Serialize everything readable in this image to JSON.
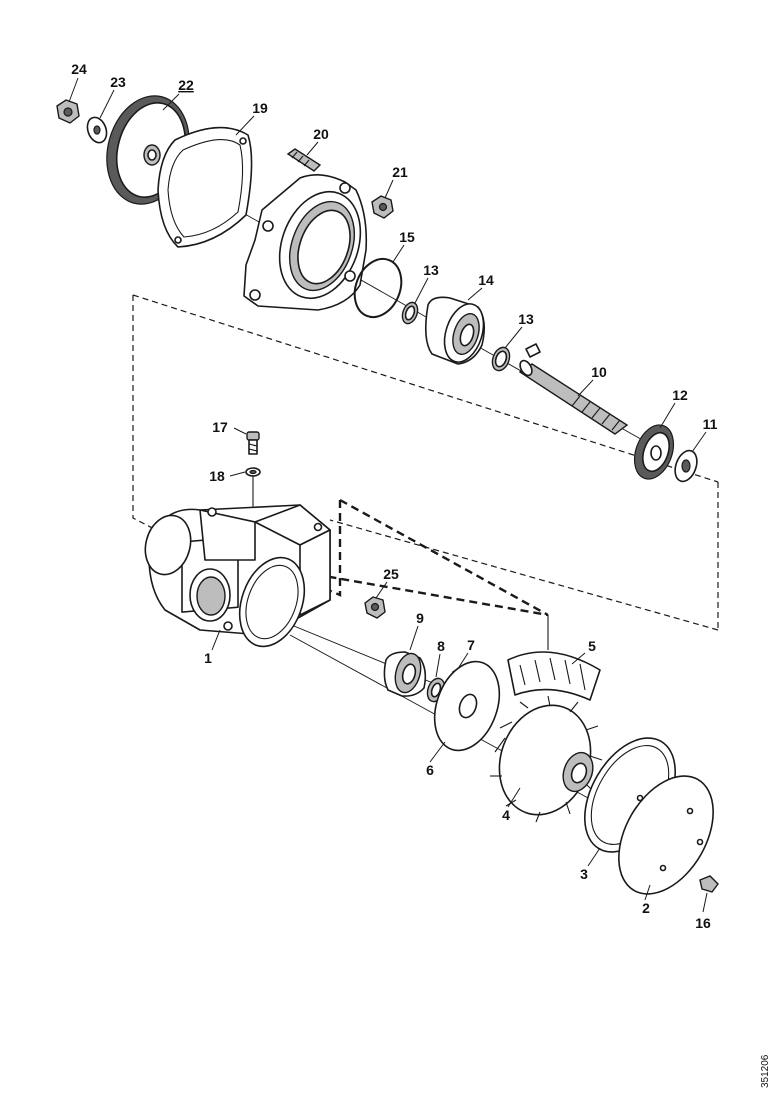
{
  "drawing": {
    "reference": "351206",
    "callouts": {
      "c1": "1",
      "c2": "2",
      "c3": "3",
      "c4": "4",
      "c5": "5",
      "c6": "6",
      "c7": "7",
      "c8": "8",
      "c9": "9",
      "c10": "10",
      "c11": "11",
      "c12": "12",
      "c13a": "13",
      "c13b": "13",
      "c14": "14",
      "c15": "15",
      "c16": "16",
      "c17": "17",
      "c18": "18",
      "c19": "19",
      "c20": "20",
      "c21": "21",
      "c22": "22",
      "c23": "23",
      "c24": "24",
      "c25": "25"
    }
  }
}
